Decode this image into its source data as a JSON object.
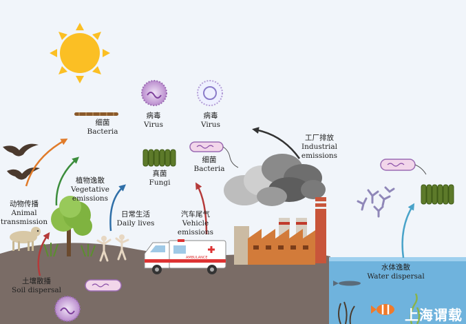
{
  "labels": {
    "bacteria_top": {
      "zh": "细菌",
      "en": "Bacteria"
    },
    "virus_1": {
      "zh": "病毒",
      "en": "Virus"
    },
    "virus_2": {
      "zh": "病毒",
      "en": "Virus"
    },
    "industrial": {
      "zh": "工厂排放",
      "en1": "Industrial",
      "en2": "emissions"
    },
    "bacteria_mid": {
      "zh": "细菌",
      "en": "Bacteria"
    },
    "fungi": {
      "zh": "真菌",
      "en": "Fungi"
    },
    "vegetative": {
      "zh": "植物逸散",
      "en1": "Vegetative",
      "en2": "emissions"
    },
    "animal": {
      "zh": "动物传播",
      "en1": "Animal",
      "en2": "transmission"
    },
    "daily": {
      "zh": "日常生活",
      "en": "Daily lives"
    },
    "vehicle": {
      "zh": "汽车尾气",
      "en1": "Vehicle",
      "en2": "emissions"
    },
    "soil": {
      "zh": "土壤散播",
      "en": "Soil dispersal"
    },
    "water": {
      "zh": "水体逸散",
      "en": "Water dispersal"
    }
  },
  "ambulance_text": "AMBULANCE",
  "watermark": "上海谓载",
  "colors": {
    "sky": "#f1f5fa",
    "ground": "#7a6c66",
    "water": "#6fb3dd",
    "sun": "#fbbf24",
    "virus": "#c7a2d8",
    "bacteria_top": "#8b5a2b",
    "fungi": "#5d7a2a",
    "arrow_orange": "#e07b2a",
    "arrow_green": "#3c8d3c",
    "arrow_blue": "#2f6fa8",
    "arrow_red": "#b53a3a",
    "arrow_black": "#333333",
    "arrow_teal": "#49a3c9"
  },
  "icons": [
    "sun-icon",
    "virus-icon",
    "bacteria-icon",
    "fungi-icon",
    "bird-icon",
    "dog-icon",
    "tree-icon",
    "people-icon",
    "ambulance-icon",
    "factory-icon",
    "smoke-icon",
    "antibody-icon",
    "fish-icon",
    "seaweed-icon"
  ]
}
